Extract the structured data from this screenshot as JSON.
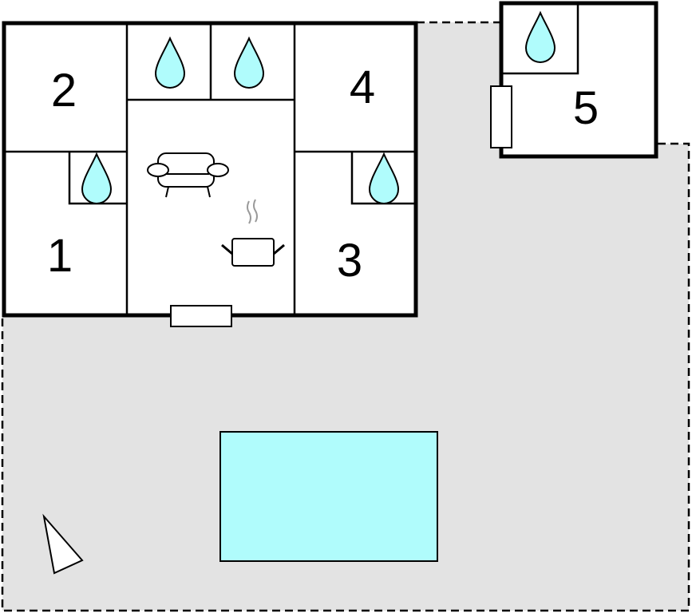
{
  "plan": {
    "rooms": [
      {
        "label": "1"
      },
      {
        "label": "2"
      },
      {
        "label": "3"
      },
      {
        "label": "4"
      },
      {
        "label": "5"
      }
    ],
    "colors": {
      "terrain": "#e3e3e3",
      "water": "#b0fcfc",
      "wall": "#000000",
      "steam": "#9a9a9a"
    },
    "icons": [
      "water-drop-icon",
      "sofa-icon",
      "cooking-pot-icon",
      "compass-north-icon",
      "door-icon",
      "pool"
    ]
  }
}
